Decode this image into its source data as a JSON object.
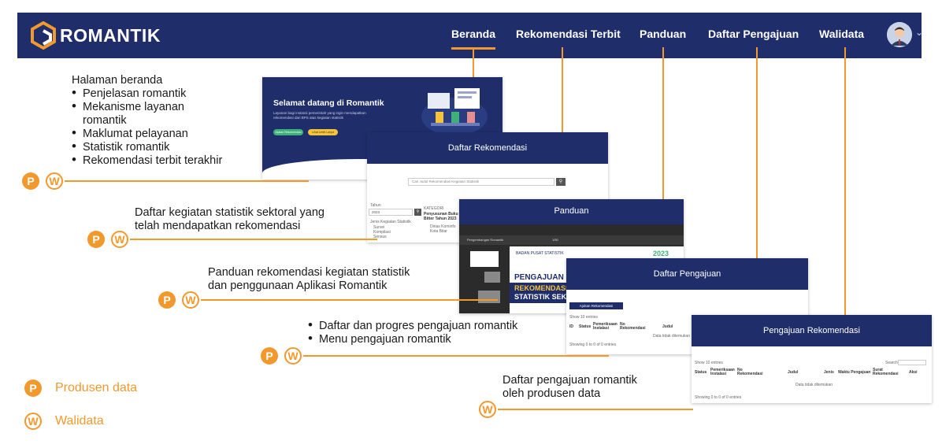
{
  "app": {
    "brand": "ROMANTIK"
  },
  "nav": {
    "items": [
      "Beranda",
      "Rekomendasi Terbit",
      "Panduan",
      "Daftar Pengajuan",
      "Walidata"
    ],
    "active": "Beranda"
  },
  "callouts": {
    "beranda": {
      "title": "Halaman beranda",
      "bullets": [
        "Penjelasan romantik",
        "Mekanisme layanan romantik",
        "Maklumat pelayanan",
        "Statistik romantik",
        "Rekomendasi terbit terakhir"
      ]
    },
    "rekomendasi": {
      "line1": "Daftar kegiatan statistik sektoral yang",
      "line2": "telah mendapatkan rekomendasi"
    },
    "panduan": {
      "line1": "Panduan rekomendasi kegiatan statistik",
      "line2": "dan penggunaan Aplikasi Romantik"
    },
    "pengajuan": {
      "bullets": [
        "Daftar dan progres pengajuan romantik",
        "Menu pengajuan romantik"
      ]
    },
    "walidata": {
      "line1": "Daftar pengajuan romantik",
      "line2": "oleh produsen data"
    }
  },
  "badges": {
    "p": "P",
    "w": "W"
  },
  "legend": {
    "produsen": "Produsen data",
    "walidata": "Walidata"
  },
  "screens": {
    "home": {
      "welcome": "Selamat datang di Romantik",
      "desc": "Layanan bagi instansi pemerintah yang ingin mendapatkan rekomendasi dari BPS atas kegiatan statistik",
      "btn1": "Ajukan Rekomendasi",
      "btn2": "Lihat Lebih Lanjut"
    },
    "daftar_rekomendasi": {
      "title": "Daftar Rekomendasi",
      "search": "Cari Judul Rekomendasi Kegiatan Statistik",
      "tahun_label": "Tahun",
      "tahun_value": "2023",
      "jenis_label": "Jenis Kegiatan Statistik",
      "jenis_options": [
        "Survei",
        "Kompilasi",
        "Sensus"
      ],
      "kategori": "KATEGORI",
      "item_title": "Penyusunan Buku Bitter Tahun 2023",
      "item_org": "Dinas Kominfo Kota Bitar"
    },
    "panduan": {
      "title": "Panduan",
      "doc_file": "Pengembangan Romantik",
      "doc_page": "1/50",
      "doc_org": "BADAN PUSAT STATISTIK",
      "doc_year": "2023",
      "doc_title1": "PENGAJUAN",
      "doc_title2": "REKOMENDASI K",
      "doc_title3": "STATISTIK SEKTO"
    },
    "daftar_pengajuan": {
      "title": "Daftar Pengajuan",
      "button": "Ajukan Rekomendasi",
      "show": "Show 10 entries",
      "columns": [
        "ID",
        "Status",
        "Pemeriksaan Instalasi",
        "No Rekomendasi",
        "Judul"
      ],
      "empty": "Data tidak ditemukan",
      "footer": "Showing 0 to 0 of 0 entries"
    },
    "pengajuan_rekomendasi": {
      "title": "Pengajuan Rekomendasi",
      "show": "Show 10 entries",
      "search_label": "Search:",
      "columns": [
        "Status",
        "Pemeriksaan Instalasi",
        "No Rekomendasi",
        "Judul",
        "Jenis",
        "Waktu Pengajuan",
        "Surat Rekomendasi",
        "Aksi"
      ],
      "empty": "Data tidak ditemukan",
      "footer": "Showing 0 to 0 of 0 entries"
    }
  },
  "colors": {
    "navy": "#1f2e6b",
    "orange": "#f2992e",
    "green": "#3fb07a",
    "yellow": "#f6c33b"
  }
}
